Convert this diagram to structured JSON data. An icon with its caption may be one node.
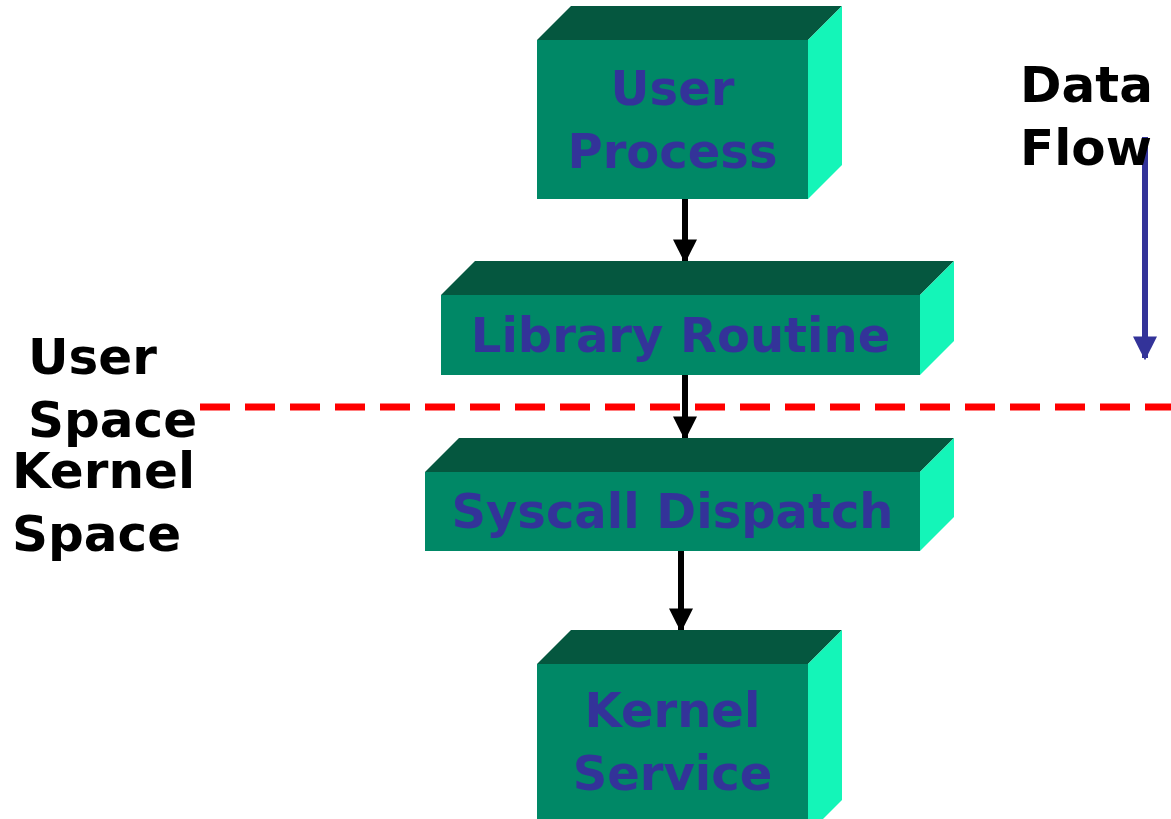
{
  "diagram": {
    "nodes": [
      {
        "text": [
          "User Process"
        ]
      },
      {
        "text": [
          "Library Routine"
        ]
      },
      {
        "text": [
          "Syscall Dispatch"
        ]
      },
      {
        "text": [
          "Kernel Service"
        ]
      }
    ],
    "edges": [
      {
        "from": 0,
        "to": 1,
        "arrow": "to"
      },
      {
        "from": 1,
        "to": 2,
        "arrow": "to"
      },
      {
        "from": 2,
        "to": 3,
        "arrow": "to"
      }
    ],
    "labels": [
      "User Space",
      "Kernel Space",
      "Data Flow"
    ]
  }
}
